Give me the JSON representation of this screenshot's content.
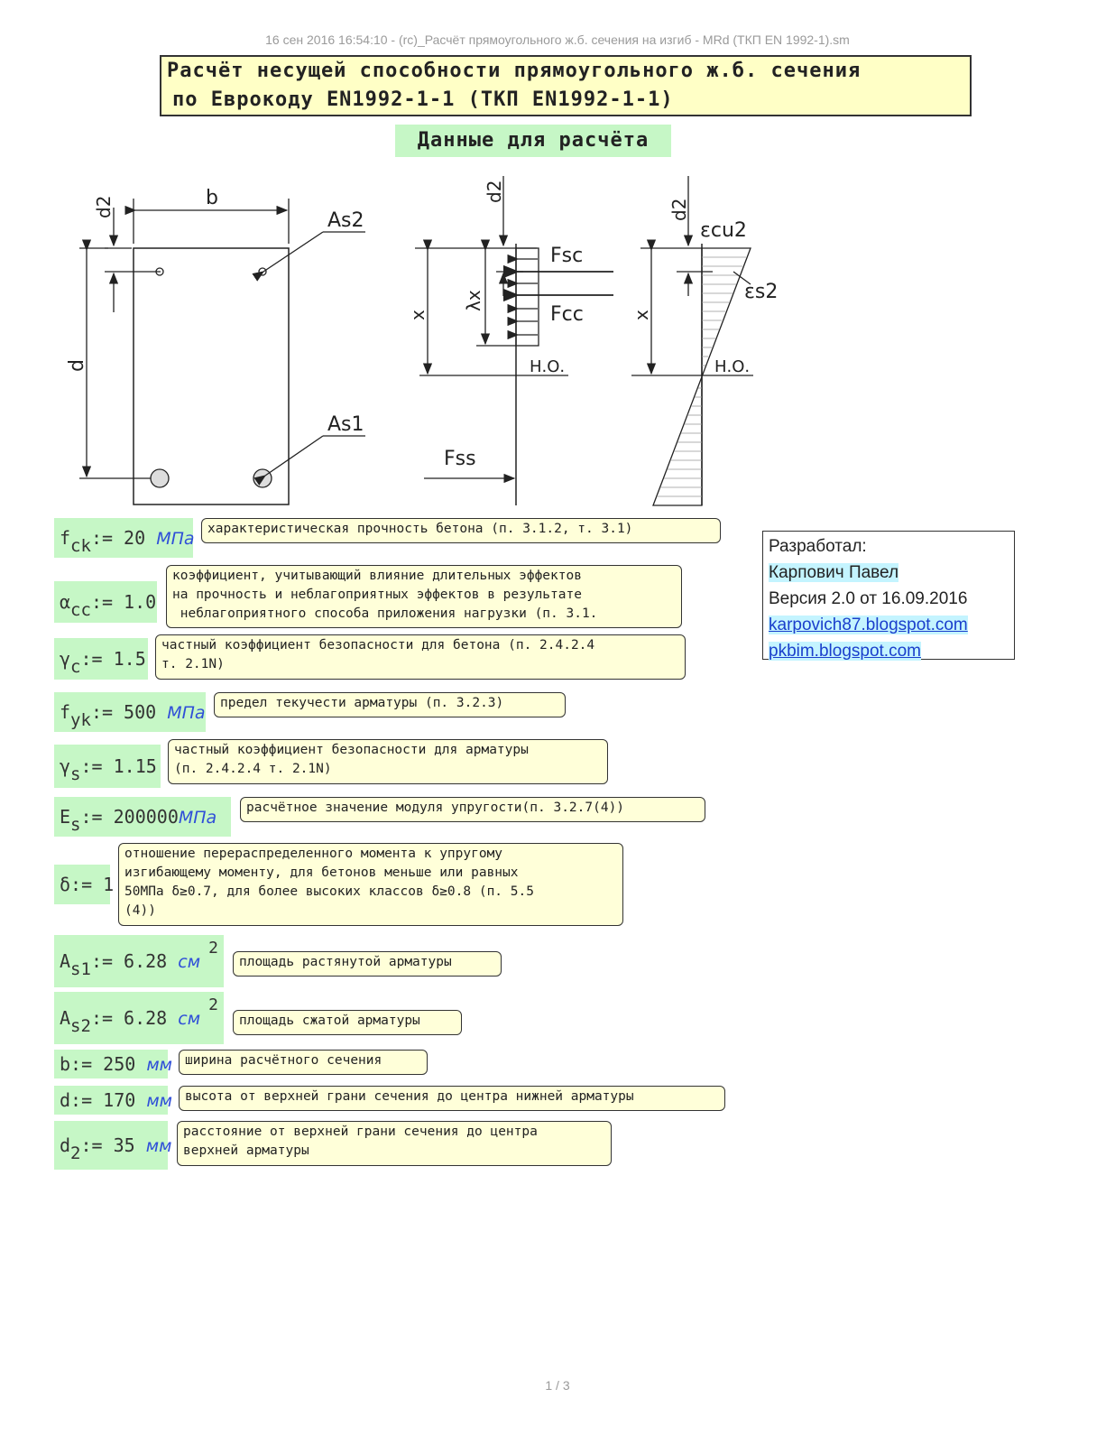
{
  "header": {
    "line": "16 сен 2016 16:54:10 - (rc)_Расчёт прямоугольного ж.б. сечения на изгиб - MRd (ТКП EN 1992-1).sm"
  },
  "title": {
    "line1": "Расчёт несущей способности прямоугольного ж.б. сечения",
    "line2": "по Еврокоду EN1992-1-1 (ТКП EN1992-1-1)"
  },
  "subtitle": "Данные для расчёта",
  "diagram": {
    "label_b": "b",
    "label_d2": "d2",
    "label_d": "d",
    "label_as2": "As2",
    "label_as1": "As1",
    "label_x": "x",
    "label_lambda_x": "λx",
    "label_fsc": "Fsc",
    "label_fcc": "Fcc",
    "label_no": "Н.О.",
    "label_fss": "Fss",
    "label_ecu2": "εcu2",
    "label_es2": "εs2"
  },
  "variables": [
    {
      "sym": "f",
      "sub": "ck",
      "assign": ":= 20 ",
      "unit": "МПа",
      "sup": "",
      "note": "характеристическая прочность бетона (п. 3.1.2, т. 3.1)"
    },
    {
      "sym": "α",
      "sub": "cc",
      "assign": ":= 1.0",
      "unit": "",
      "sup": "",
      "note": "коэффициент, учитывающий влияние длительных эффектов\nна прочность и неблагоприятных эффектов в результате\n неблагоприятного способа приложения нагрузки (п. 3.1."
    },
    {
      "sym": "γ",
      "sub": "c",
      "assign": ":= 1.5",
      "unit": "",
      "sup": "",
      "note": "частный коэффициент безопасности для бетона (п. 2.4.2.4\nт. 2.1N)"
    },
    {
      "sym": "f",
      "sub": "yk",
      "assign": ":= 500 ",
      "unit": "МПа",
      "sup": "",
      "note": "предел текучести арматуры (п. 3.2.3)"
    },
    {
      "sym": "γ",
      "sub": "s",
      "assign": ":= 1.15",
      "unit": "",
      "sup": "",
      "note": "частный коэффициент безопасности для арматуры\n(п. 2.4.2.4 т. 2.1N)"
    },
    {
      "sym": "E",
      "sub": "s",
      "assign": ":= 200000",
      "unit": "МПа",
      "sup": "",
      "note": "расчётное значение модуля упругости(п. 3.2.7(4))"
    },
    {
      "sym": "δ",
      "sub": "",
      "assign": ":= 1",
      "unit": "",
      "sup": "",
      "note": "отношение перераспределенного момента к упругому\nизгибающему моменту, для бетонов меньше или равных\n50МПа δ≥0.7, для более высоких классов δ≥0.8 (п. 5.5\n(4))"
    },
    {
      "sym": "A",
      "sub": "s1",
      "assign": ":= 6.28 ",
      "unit": "см",
      "sup": "2",
      "note": "площадь растянутой арматуры"
    },
    {
      "sym": "A",
      "sub": "s2",
      "assign": ":= 6.28 ",
      "unit": "см",
      "sup": "2",
      "note": "площадь сжатой арматуры"
    },
    {
      "sym": "b",
      "sub": "",
      "assign": ":= 250 ",
      "unit": "мм",
      "sup": "",
      "note": "ширина расчётного сечения"
    },
    {
      "sym": "d",
      "sub": "",
      "assign": ":= 170 ",
      "unit": "мм",
      "sup": "",
      "note": "высота от верхней грани сечения до центра нижней арматуры"
    },
    {
      "sym": "d",
      "sub": "2",
      "assign": ":= 35 ",
      "unit": "мм",
      "sup": "",
      "note": "расстояние от верхней грани сечения до центра\nверхней арматуры"
    }
  ],
  "author": {
    "line1": "Разработал:",
    "line2": "Карпович Павел",
    "line3": "Версия 2.0 от 16.09.2016",
    "link1": "karpovich87.blogspot.com",
    "link2": "pkbim.blogspot.com"
  },
  "footer": {
    "page": "1 / 3"
  }
}
